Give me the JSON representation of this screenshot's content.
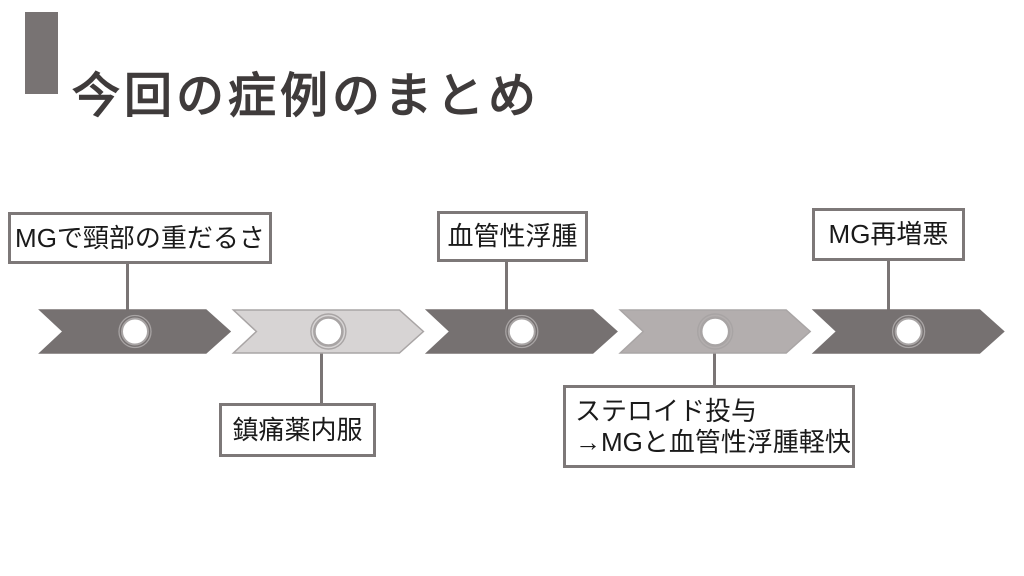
{
  "slide": {
    "title": "今回の症例のまとめ",
    "background_color": "#ffffff",
    "title_color": "#3f3b3b",
    "accent_bar_color": "#787373"
  },
  "timeline": {
    "type": "chevron-process-timeline",
    "connector_color": "#7a7575",
    "box_border_color": "#7d7878",
    "box_text_color": "#1a1a1a",
    "marker_fill": "#ffffff",
    "marker_ring_color": "#a8a4a4",
    "stages": [
      {
        "label": "MGで頸部の重だるさ",
        "label_position": "above",
        "chevron_color": "#767171",
        "chevron_border_color": "#767171"
      },
      {
        "label": "鎮痛薬内服",
        "label_position": "below",
        "chevron_color": "#d7d4d4",
        "chevron_border_color": "#a9a5a5"
      },
      {
        "label": "血管性浮腫",
        "label_position": "above",
        "chevron_color": "#767171",
        "chevron_border_color": "#767171"
      },
      {
        "label": "ステロイド投与\n→MGと血管性浮腫軽快",
        "label_position": "below",
        "chevron_color": "#b3aeae",
        "chevron_border_color": "#a9a5a5"
      },
      {
        "label": "MG再増悪",
        "label_position": "above",
        "chevron_color": "#767171",
        "chevron_border_color": "#767171"
      }
    ]
  }
}
